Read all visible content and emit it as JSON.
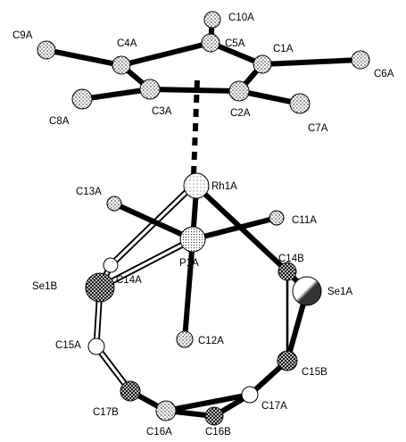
{
  "atoms": {
    "C10A": "C10A",
    "C9A": "C9A",
    "C4A": "C4A",
    "C5A": "C5A",
    "C1A": "C1A",
    "C6A": "C6A",
    "C8A": "C8A",
    "C3A": "C3A",
    "C2A": "C2A",
    "C7A": "C7A",
    "Rh1A": "Rh1A",
    "C13A": "C13A",
    "C11A": "C11A",
    "C14B": "C14B",
    "Se1B": "Se1B",
    "C14A": "C14A",
    "P1A": "P1A",
    "Se1A": "Se1A",
    "C12A": "C12A",
    "C15A": "C15A",
    "C15B": "C15B",
    "C17A": "C17A",
    "C17B": "C17B",
    "C16A": "C16A",
    "C16B": "C16B"
  }
}
